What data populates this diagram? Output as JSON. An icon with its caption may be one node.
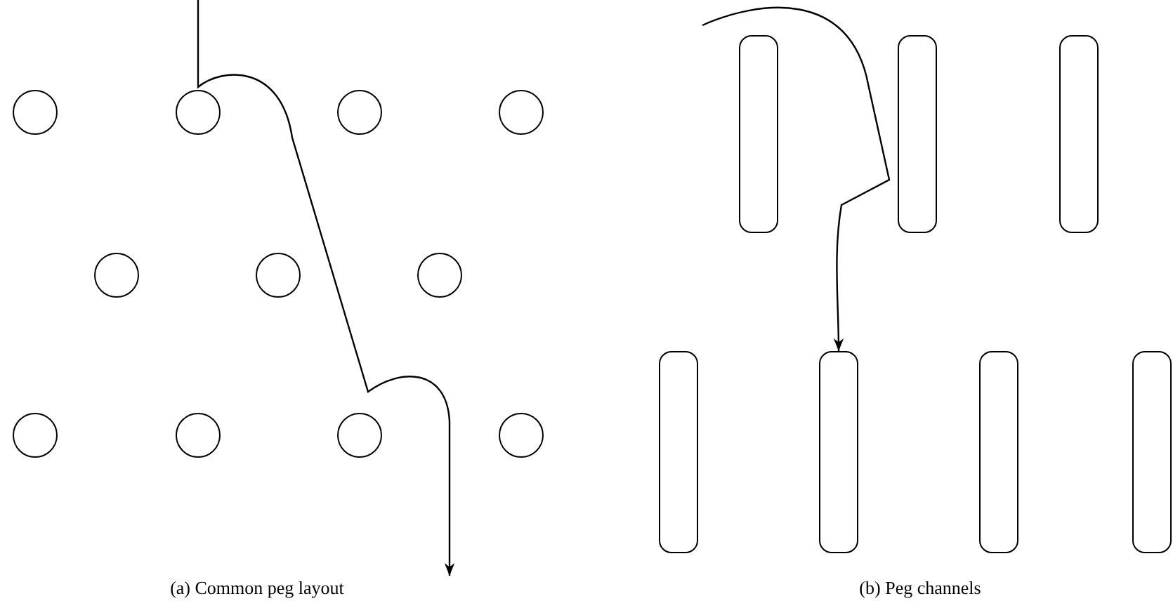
{
  "diagram": {
    "nodes": [
      {
        "text": [],
        "shape": "circle"
      },
      {
        "text": [],
        "shape": "circle"
      },
      {
        "text": [],
        "shape": "circle"
      },
      {
        "text": [],
        "shape": "circle"
      },
      {
        "text": [],
        "shape": "circle"
      },
      {
        "text": [],
        "shape": "circle"
      },
      {
        "text": [],
        "shape": "circle"
      },
      {
        "text": [],
        "shape": "circle"
      },
      {
        "text": [],
        "shape": "circle"
      },
      {
        "text": [],
        "shape": "circle"
      },
      {
        "text": [],
        "shape": "circle"
      },
      {
        "text": [],
        "shape": "bar"
      },
      {
        "text": [],
        "shape": "bar"
      },
      {
        "text": [],
        "shape": "bar"
      },
      {
        "text": [],
        "shape": "bar"
      },
      {
        "text": [],
        "shape": "bar"
      },
      {
        "text": [],
        "shape": "bar"
      },
      {
        "text": [],
        "shape": "bar"
      }
    ],
    "edges": [
      {
        "from": null,
        "to": 15,
        "arrow": "to"
      }
    ],
    "labels": [
      "(a) Common peg layout",
      "(b) Peg channels"
    ]
  }
}
